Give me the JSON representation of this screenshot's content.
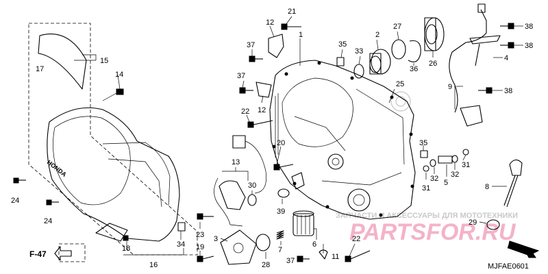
{
  "diagram_code": "MJFAE0601",
  "direction_label": "FR.",
  "reference_label": "F-47",
  "brand_text": "HONDA",
  "watermark": {
    "logo_text": "PARTSFOR.RU",
    "tagline": "ЗАПЧАСТИ И АКСЕССУАРЫ ДЛЯ МОТОТЕХНИКИ",
    "colors": {
      "pink": "#f3b3c8",
      "gray": "#c9c9c9"
    }
  },
  "callouts": {
    "c1": "1",
    "c2": "2",
    "c3": "3",
    "c4": "4",
    "c5": "5",
    "c6": "6",
    "c7": "7",
    "c8": "8",
    "c9": "9",
    "c11": "11",
    "c12a": "12",
    "c12b": "12",
    "c13": "13",
    "c14": "14",
    "c15": "15",
    "c16": "16",
    "c17": "17",
    "c18": "18",
    "c19": "19",
    "c20": "20",
    "c21": "21",
    "c22a": "22",
    "c22b": "22",
    "c23": "23",
    "c24a": "24",
    "c24b": "24",
    "c25": "25",
    "c26": "26",
    "c27": "27",
    "c28": "28",
    "c29": "29",
    "c30": "30",
    "c31a": "31",
    "c31b": "31",
    "c32a": "32",
    "c32b": "32",
    "c33": "33",
    "c34": "34",
    "c35a": "35",
    "c35b": "35",
    "c36": "36",
    "c37a": "37",
    "c37b": "37",
    "c37c": "37",
    "c38a": "38",
    "c38b": "38",
    "c38c": "38",
    "c39": "39"
  }
}
